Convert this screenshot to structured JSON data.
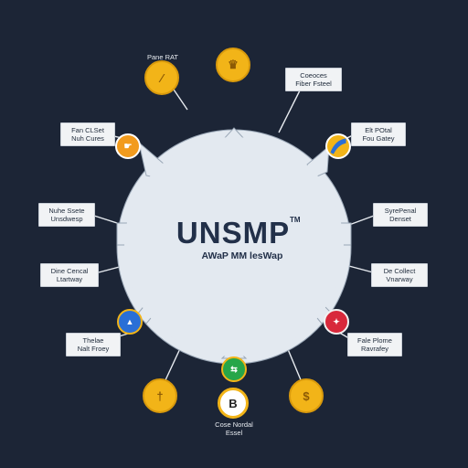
{
  "hub": {
    "title": "UNSMP",
    "tm": "TM",
    "subtitle": "AWaP MM lesWap"
  },
  "nodes": {
    "top_left": {
      "lines": [
        "Pane RAT"
      ]
    },
    "right_top": {
      "lines": [
        "Coeoces",
        "Fiber Fsteel"
      ]
    },
    "left_upper": {
      "lines": [
        "Fan CLSet",
        "Nuh Cures"
      ]
    },
    "right_upper": {
      "lines": [
        "Elt POtal",
        "Fou Gatey"
      ]
    },
    "left_middle": {
      "lines": [
        "Nuhe Ssete",
        "Unsdwesp"
      ]
    },
    "right_middle": {
      "lines": [
        "SyrePenal",
        "Denset"
      ]
    },
    "left_lower": {
      "lines": [
        "Dine Cencal",
        "Ltartway"
      ]
    },
    "right_lower": {
      "lines": [
        "De Collect",
        "Vnarway"
      ]
    },
    "left_bottom": {
      "lines": [
        "Thelae",
        "Nalt Froey"
      ]
    },
    "right_bottom": {
      "lines": [
        "Fale Plome",
        "Ravrafey"
      ]
    },
    "bottom": {
      "lines": [
        "Cose Nordal",
        "Essel"
      ]
    }
  },
  "coins": {
    "coin_top_left": {
      "icon": "slash-coin-icon",
      "glyph": "⁄"
    },
    "coin_top": {
      "icon": "crown-coin-icon",
      "glyph": "♛"
    },
    "coin_left_upper": {
      "icon": "hand-coin-icon",
      "glyph": "☛"
    },
    "coin_right_upper": {
      "icon": "wave-coin-icon",
      "glyph": ""
    },
    "coin_left_lower": {
      "icon": "chart-coin-icon",
      "glyph": "▲"
    },
    "coin_right_lower": {
      "icon": "bird-coin-icon",
      "glyph": "✦"
    },
    "coin_bottom_green": {
      "icon": "swap-coin-icon",
      "glyph": "⇆"
    },
    "coin_bottom_white": {
      "icon": "badge-coin-icon",
      "glyph": "B"
    },
    "coin_bottom_left": {
      "icon": "dagger-coin-icon",
      "glyph": "†"
    },
    "coin_bottom_right": {
      "icon": "dollar-coin-icon",
      "glyph": "$"
    }
  },
  "colors": {
    "background": "#1c2536",
    "hub": "#e3e9f0",
    "gold": "#f2b418",
    "text_dark": "#223049"
  }
}
